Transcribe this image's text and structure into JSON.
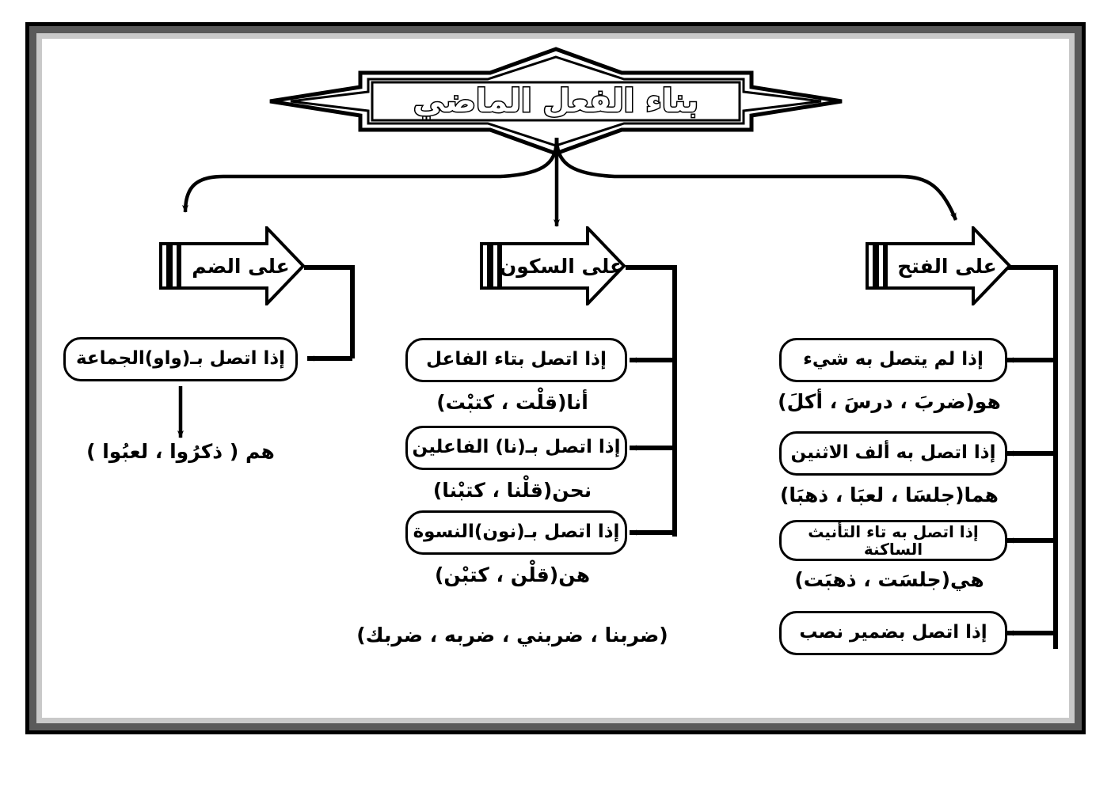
{
  "document": {
    "title": "بناء الفعل الماضي",
    "language": "ar",
    "direction": "rtl"
  },
  "colors": {
    "ink": "#000000",
    "frame_outer": "#000000",
    "frame_mid": "#5a5a5a",
    "frame_inner": "#c9c9c9",
    "page": "#ffffff"
  },
  "branches": [
    {
      "id": "fatha",
      "arrow_label": "على الفتح",
      "items": [
        {
          "condition": "إذا لم يتصل به شيء",
          "example": "هو(ضربَ ، درسَ ، أكلَ)"
        },
        {
          "condition": "إذا اتصل به ألف الاثنين",
          "example": "هما(جلسَا ، لعبَا ، ذهبَا)"
        },
        {
          "condition": "إذا اتصل به تاء التأنيث الساكنة",
          "example": "هي(جلسَت ، ذهبَت)"
        },
        {
          "condition": "إذا اتصل بضمير نصب",
          "example": "(ضربنا ، ضربني ، ضربه ، ضربك)"
        }
      ]
    },
    {
      "id": "sukoon",
      "arrow_label": "على السكون",
      "items": [
        {
          "condition": "إذا اتصل بتاء الفاعل",
          "example": "أنا(قلْت ، كتبْت)"
        },
        {
          "condition": "إذا اتصل بـ(نا) الفاعلين",
          "example": "نحن(قلْنا ، كتبْنا)"
        },
        {
          "condition": "إذا اتصل بـ(نون)النسوة",
          "example": "هن(قلْن ، كتبْن)"
        }
      ]
    },
    {
      "id": "damma",
      "arrow_label": "على الضم",
      "items": [
        {
          "condition": "إذا اتصل بـ(واو)الجماعة",
          "example": "هم ( ذكرُوا ، لعبُوا )"
        }
      ]
    }
  ]
}
